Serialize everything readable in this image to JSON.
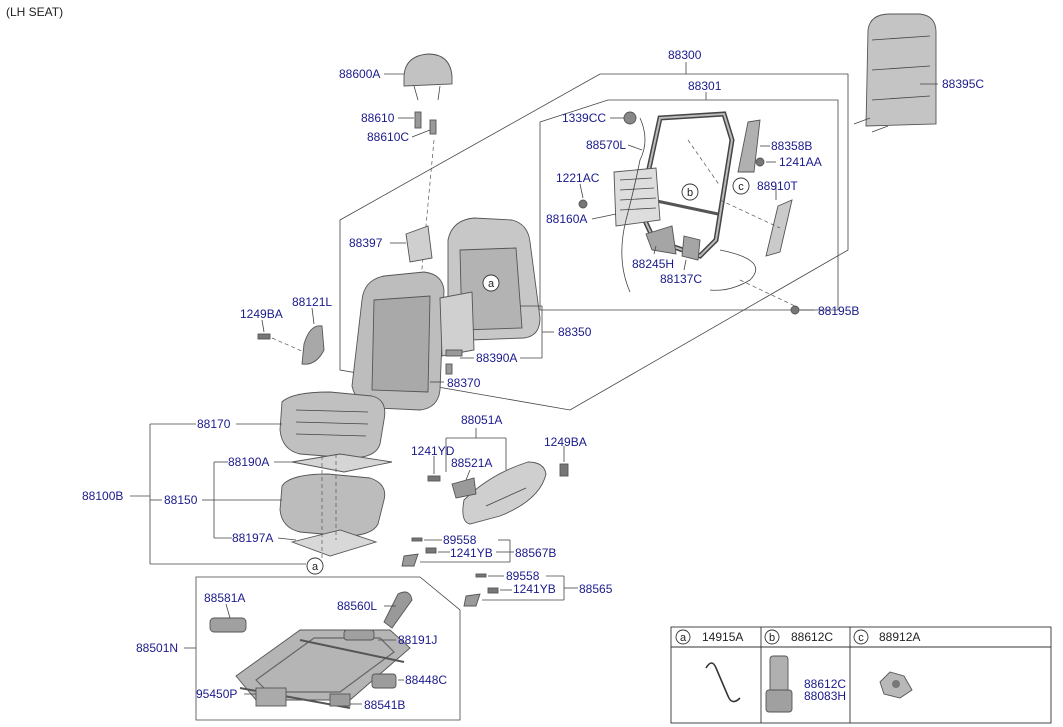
{
  "title": "(LH SEAT)",
  "labels": {
    "p88600A": "88600A",
    "p88610": "88610",
    "p88610C": "88610C",
    "p88300": "88300",
    "p88301": "88301",
    "p88395C": "88395C",
    "p1339CC": "1339CC",
    "p88570L": "88570L",
    "p88358B": "88358B",
    "p1241AA": "1241AA",
    "p1221AC": "1221AC",
    "p88910T": "88910T",
    "p88160A": "88160A",
    "p88245H": "88245H",
    "p88137C": "88137C",
    "p88195B": "88195B",
    "p88397": "88397",
    "p88350": "88350",
    "p88390A": "88390A",
    "p88370": "88370",
    "p1249BA_a": "1249BA",
    "p88121L": "88121L",
    "p88170": "88170",
    "p88051A": "88051A",
    "p1249BA_b": "1249BA",
    "p1241YD": "1241YD",
    "p88521A": "88521A",
    "p88190A": "88190A",
    "p88100B": "88100B",
    "p88150": "88150",
    "p88197A": "88197A",
    "p89558_a": "89558",
    "p1241YB_a": "1241YB",
    "p88567B": "88567B",
    "p89558_b": "89558",
    "p1241YB_b": "1241YB",
    "p88565": "88565",
    "p88581A": "88581A",
    "p88560L": "88560L",
    "p88501N": "88501N",
    "p88191J": "88191J",
    "p88448C": "88448C",
    "p95450P": "95450P",
    "p88541B": "88541B"
  },
  "callouts": {
    "a": "a",
    "b": "b",
    "c": "c"
  },
  "legend": [
    {
      "key": "a",
      "part": "14915A"
    },
    {
      "key": "b",
      "part": "88612C",
      "part2": "88083H"
    },
    {
      "key": "c",
      "part": "88912A"
    }
  ],
  "colors": {
    "label": "#1a1a8c",
    "line": "#444444",
    "part_fill": "#b8b8b8",
    "part_dark": "#7a7a7a"
  }
}
